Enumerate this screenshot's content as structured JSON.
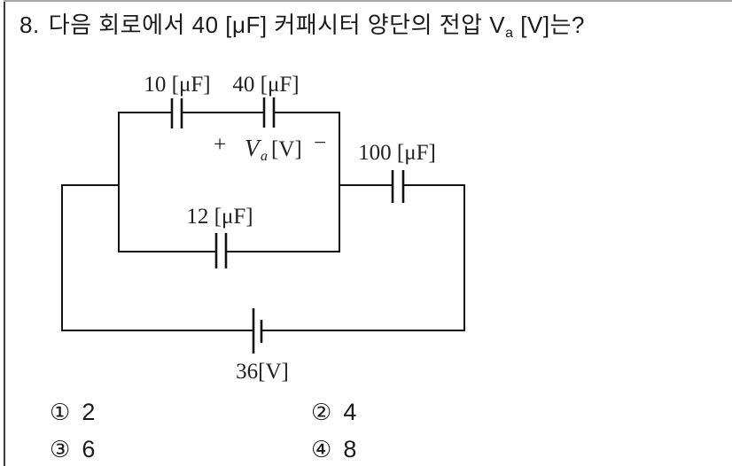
{
  "question": {
    "number": "8.",
    "text_before_sub": "다음 회로에서 40 [μF] 커패시터 양단의 전압 V",
    "subscript": "a",
    "text_after_sub": " [V]는?"
  },
  "circuit": {
    "labels": {
      "cap10": "10 [μF]",
      "cap40": "40 [μF]",
      "cap100": "100 [μF]",
      "cap12": "12 [μF]",
      "source": "36[V]"
    },
    "va": {
      "plus": "+",
      "symbol": "V",
      "subscript": "a",
      "unit": "[V]",
      "minus": "−"
    }
  },
  "choices": [
    {
      "marker": "①",
      "value": "2"
    },
    {
      "marker": "②",
      "value": "4"
    },
    {
      "marker": "③",
      "value": "6"
    },
    {
      "marker": "④",
      "value": "8"
    }
  ]
}
